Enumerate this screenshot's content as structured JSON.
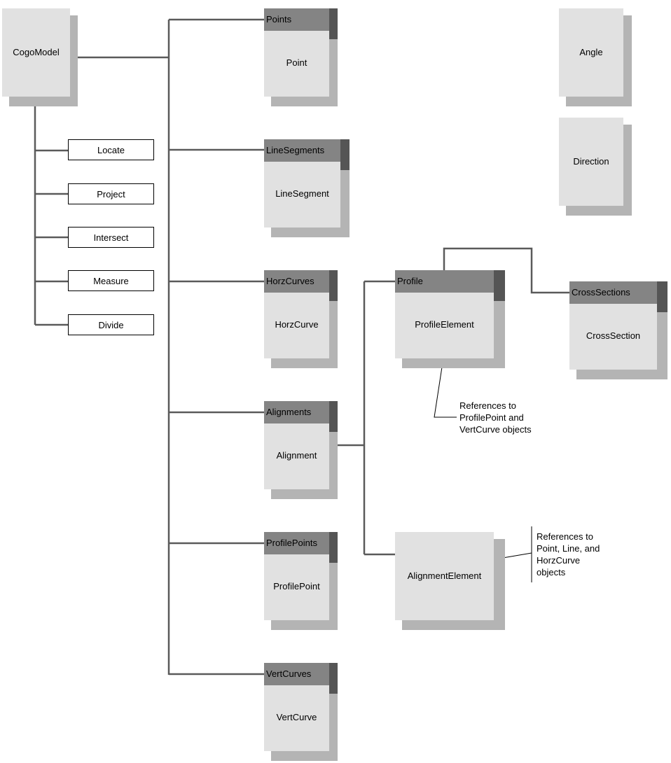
{
  "root": {
    "label": "CogoModel"
  },
  "methods": [
    "Locate",
    "Project",
    "Intersect",
    "Measure",
    "Divide"
  ],
  "collections": [
    {
      "header": "Points",
      "item": "Point"
    },
    {
      "header": "LineSegments",
      "item": "LineSegment"
    },
    {
      "header": "HorzCurves",
      "item": "HorzCurve"
    },
    {
      "header": "Alignments",
      "item": "Alignment"
    },
    {
      "header": "ProfilePoints",
      "item": "ProfilePoint"
    },
    {
      "header": "VertCurves",
      "item": "VertCurve"
    }
  ],
  "profile": {
    "header": "Profile",
    "item": "ProfileElement"
  },
  "cross_sections": {
    "header": "CrossSections",
    "item": "CrossSection"
  },
  "alignment_element": {
    "label": "AlignmentElement"
  },
  "standalone": {
    "angle": "Angle",
    "direction": "Direction"
  },
  "notes": {
    "profile_refs": [
      "References to",
      "ProfilePoint and",
      "VertCurve objects"
    ],
    "alignment_refs": [
      "References to",
      "Point, Line, and",
      "HorzCurve",
      "objects"
    ]
  }
}
